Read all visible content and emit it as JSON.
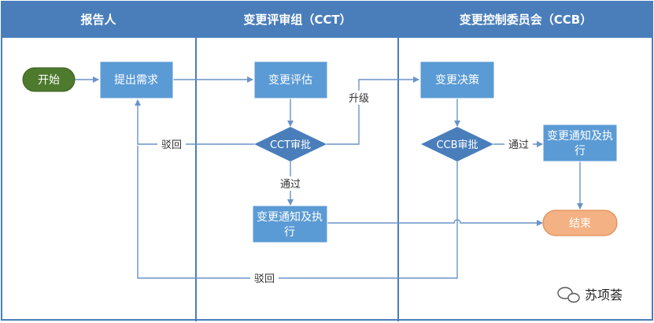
{
  "lanes": [
    {
      "title": "报告人"
    },
    {
      "title": "变更评审组（CCT）"
    },
    {
      "title": "变更控制委员会（CCB）"
    }
  ],
  "nodes": {
    "start": "开始",
    "submit_request": "提出需求",
    "change_evaluation": "变更评估",
    "cct_approval": "CCT审批",
    "cct_notify_line1": "变更通知及执",
    "cct_notify_line2": "行",
    "change_decision": "变更决策",
    "ccb_approval": "CCB审批",
    "ccb_notify_line1": "变更通知及执",
    "ccb_notify_line2": "行",
    "end": "结束"
  },
  "edge_labels": {
    "reject_cct": "驳回",
    "escalate": "升级",
    "pass_cct": "通过",
    "pass_ccb": "通过",
    "reject_ccb": "驳回"
  },
  "watermark": {
    "text": "苏项荟",
    "icon": "wechat-icon"
  },
  "colors": {
    "header": "#4a7ebb",
    "box": "#5b9bd5",
    "start": "#4e7a2e",
    "end": "#f4b183",
    "edge": "#6a93c6"
  }
}
